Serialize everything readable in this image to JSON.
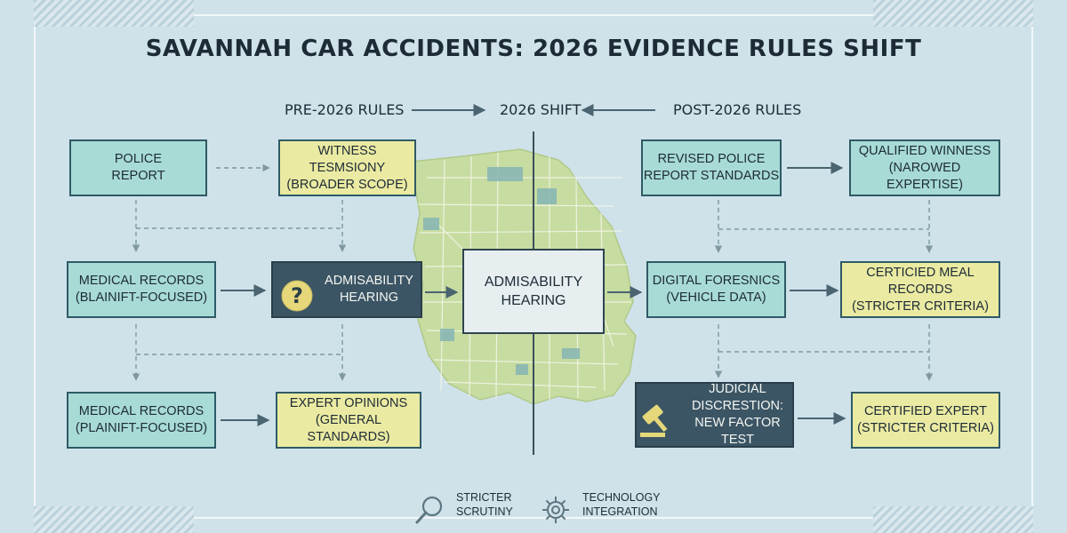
{
  "title": "SAVANNAH CAR ACCIDENTS: 2026 EVIDENCE RULES SHIFT",
  "headers": {
    "pre": "PRE-2026 RULES",
    "shift": "2026 SHIFT",
    "post": "POST-2026 RULES"
  },
  "boxes": {
    "police_report": "POLICE\nREPORT",
    "witness_testimony": "WITNESS TESMSIONY\n(BROADER SCOPE)",
    "medical_records_1": "MEDICAL RECORDS\n(BLAINIFT-FOCUSED)",
    "admissibility_left": "ADMISABILITY\nHEARING",
    "medical_records_2": "MEDICAL RECORDS\n(PLAINIFT-FOCUSED)",
    "expert_opinions": "EXPERT OPINIONS\n(GENERAL STANDARDS)",
    "center_hearing": "ADMISABILITY\nHEARING",
    "revised_police": "REVISED POLICE\nREPORT STANDARDS",
    "qualified_witness": "QUALIFIED WINNESS\n(NAROWED EXPERTISE)",
    "digital_forensics": "DIGITAL FORESNICS\n(VEHICLE DATA)",
    "certified_medical": "CERTICIED MEAL RECORDS\n(STRICTER CRITERIA)",
    "judicial_discretion": "JUDICIAL\nDISCRESTION:\nNEW FACTOR TEST",
    "certified_expert": "CERTIFIED EXPERT\n(STRICTER CRITERIA)"
  },
  "legend": {
    "scrutiny": "STRICTER\nSCRUTINY",
    "technology": "TECHNOLOGY\nINTEGRATION"
  },
  "colors": {
    "background": "#cfe2ea",
    "teal_box": "#a8dbd6",
    "yellow_box": "#eaeaa2",
    "dark_box": "#3b5565",
    "map": "#c7dca0"
  },
  "icons": {
    "question": "question-icon",
    "gavel": "gavel-icon",
    "magnifier": "magnifier-icon",
    "gear": "gear-icon"
  }
}
